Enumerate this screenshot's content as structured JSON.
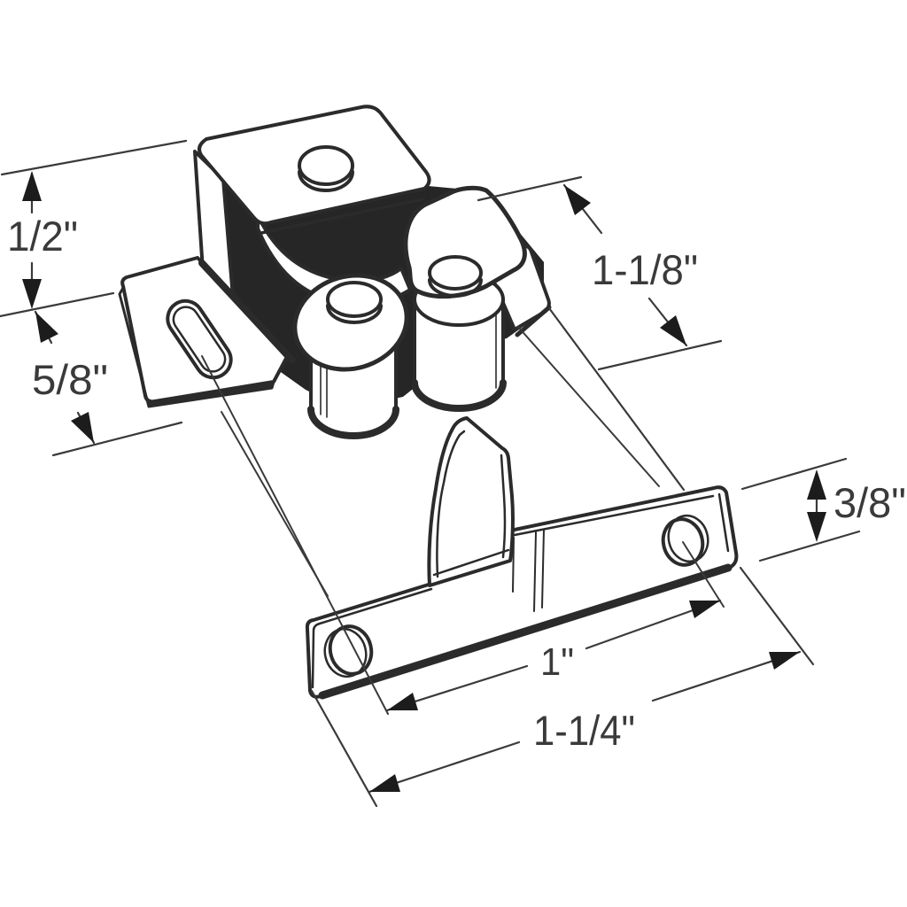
{
  "drawing": {
    "type": "technical-line-illustration",
    "subject": "double roller cabinet catch with strike plate",
    "background_color": "#ffffff",
    "line_color": "#2b2b2b",
    "shadow_color": "#262626",
    "dimensions": {
      "catch_height": "1/2\"",
      "bracket_depth": "5/8\"",
      "body_length": "1-1/8\"",
      "strike_end_width": "3/8\"",
      "hole_spacing": "1\"",
      "strike_length": "1-1/4\""
    }
  }
}
